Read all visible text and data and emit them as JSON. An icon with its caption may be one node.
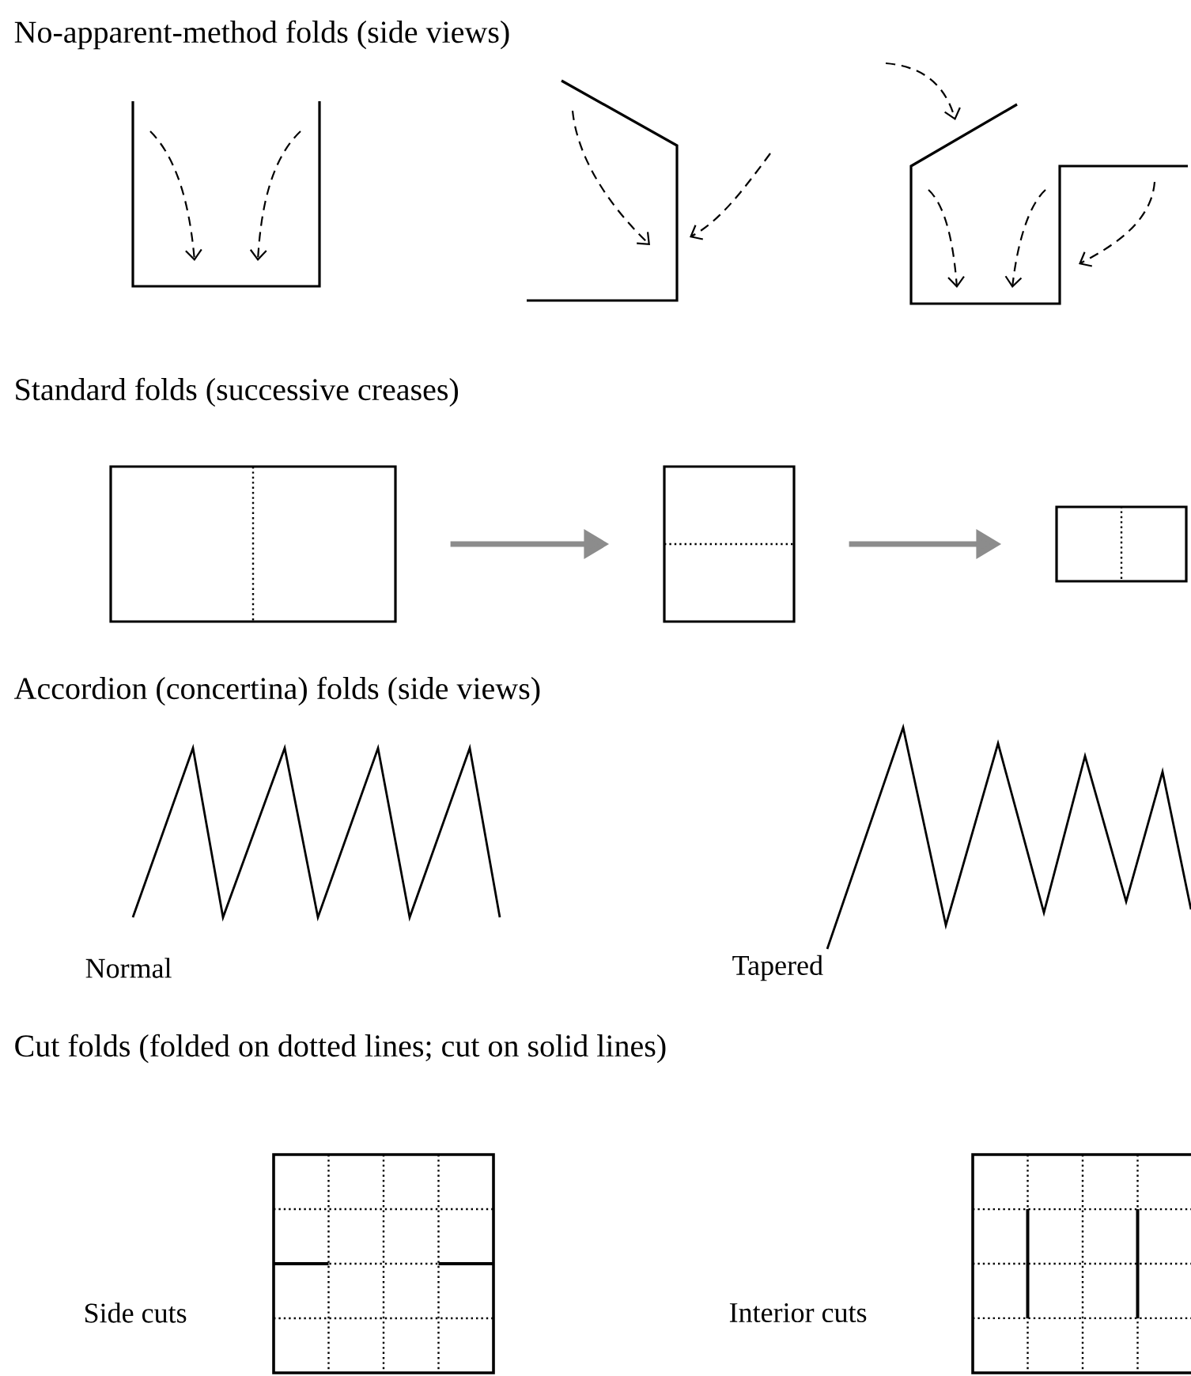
{
  "diagram": {
    "nodes": [
      {
        "text": [],
        "shape": "box"
      },
      {
        "text": [],
        "shape": "box"
      },
      {
        "text": [],
        "shape": "box"
      }
    ],
    "edges": [
      {
        "from": 0,
        "to": 1,
        "arrow": "to"
      },
      {
        "from": 1,
        "to": 2,
        "arrow": "to"
      }
    ],
    "labels": [
      "No-apparent-method folds (side views)",
      "Standard folds (successive creases)",
      "Accordion (concertina) folds (side views)",
      "Normal",
      "Tapered",
      "Cut folds (folded on dotted lines; cut on solid lines)",
      "Side cuts",
      "Interior cuts"
    ]
  }
}
